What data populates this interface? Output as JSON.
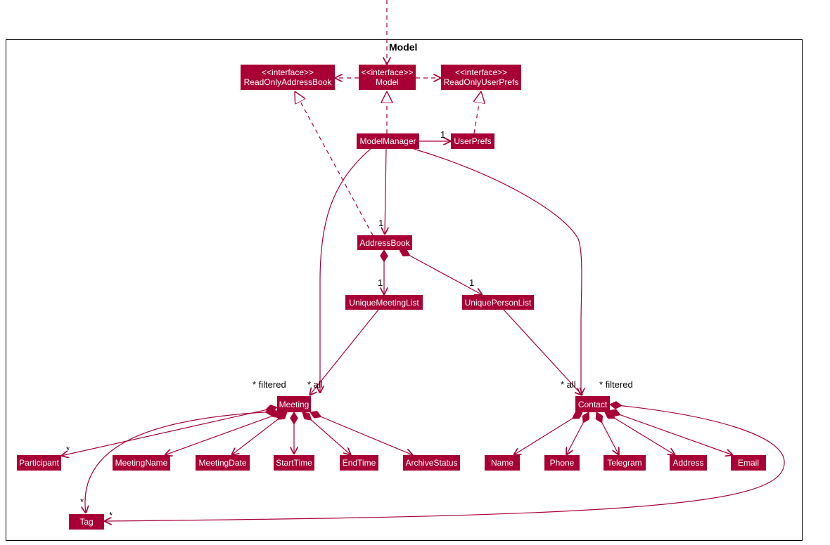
{
  "package": {
    "title": "Model"
  },
  "colors": {
    "node_fill": "#a80036",
    "line": "#a80036",
    "text_on_node": "#ffffff"
  },
  "nodes": {
    "read_only_address_book": {
      "stereotype": "<<interface>>",
      "name": "ReadOnlyAddressBook"
    },
    "model": {
      "stereotype": "<<interface>>",
      "name": "Model"
    },
    "read_only_user_prefs": {
      "stereotype": "<<interface>>",
      "name": "ReadOnlyUserPrefs"
    },
    "model_manager": {
      "name": "ModelManager"
    },
    "user_prefs": {
      "name": "UserPrefs"
    },
    "address_book": {
      "name": "AddressBook"
    },
    "unique_meeting_list": {
      "name": "UniqueMeetingList"
    },
    "unique_person_list": {
      "name": "UniquePersonList"
    },
    "meeting": {
      "name": "Meeting"
    },
    "contact": {
      "name": "Contact"
    },
    "participant": {
      "name": "Participant"
    },
    "meeting_name": {
      "name": "MeetingName"
    },
    "meeting_date": {
      "name": "MeetingDate"
    },
    "start_time": {
      "name": "StartTime"
    },
    "end_time": {
      "name": "EndTime"
    },
    "archive_status": {
      "name": "ArchiveStatus"
    },
    "name": {
      "name": "Name"
    },
    "phone": {
      "name": "Phone"
    },
    "telegram": {
      "name": "Telegram"
    },
    "address": {
      "name": "Address"
    },
    "email": {
      "name": "Email"
    },
    "tag": {
      "name": "Tag"
    }
  },
  "multiplicities": {
    "userprefs_one": "1",
    "addressbook_one": "1",
    "meetinglist_one": "1",
    "personlist_one": "1",
    "meeting_filtered": "* filtered",
    "meeting_all": "* all",
    "contact_all": "* all",
    "contact_filtered": "* filtered",
    "participant_many": "*",
    "tag_many_left": "*",
    "tag_many_right": "*"
  }
}
